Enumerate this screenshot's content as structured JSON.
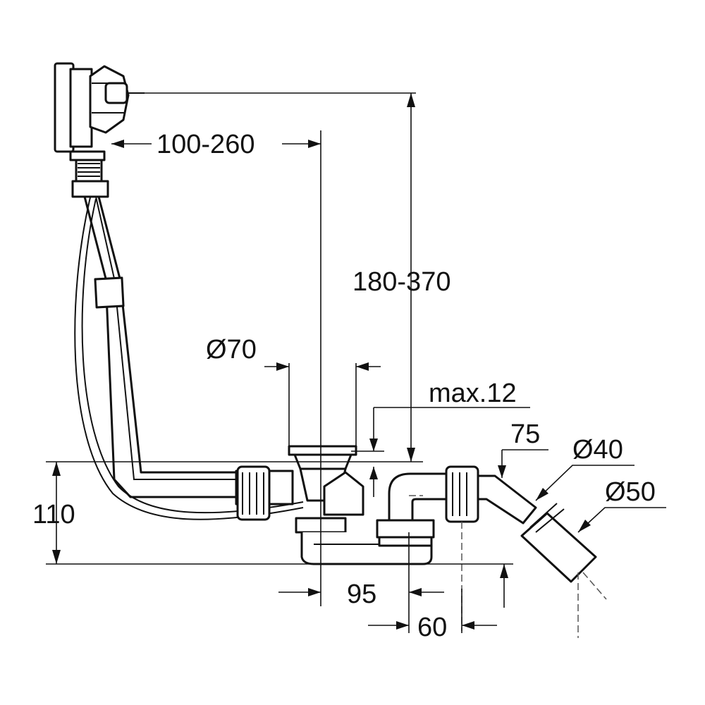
{
  "dimensions": {
    "overflow_offset": "100-260",
    "overflow_height": "180-370",
    "drain_diameter": "Ø70",
    "max_thickness": "max.12",
    "outlet_angle_label": "75",
    "outlet_diameter_small": "Ø40",
    "outlet_diameter_large": "Ø50",
    "trap_height": "110",
    "trap_offset": "95",
    "outlet_offset": "60"
  },
  "colors": {
    "line": "#111111",
    "background": "#ffffff"
  }
}
